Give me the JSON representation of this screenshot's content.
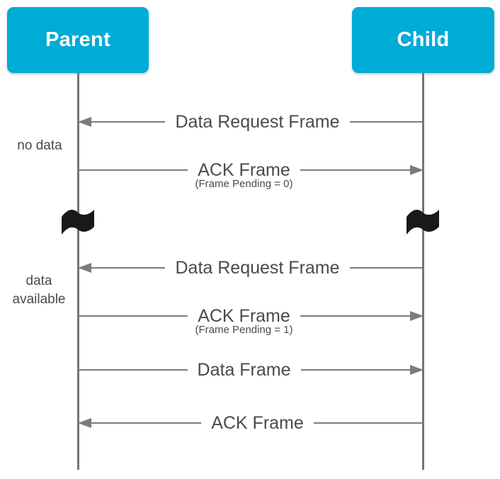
{
  "diagram_type": "sequence",
  "colors": {
    "actor_fill": "#00abd6",
    "actor_text": "#ffffff",
    "line": "#7b7b7b",
    "lifeline": "#757575",
    "text": "#4a4a4a",
    "flag": "#1a1a1a",
    "background": "#ffffff"
  },
  "actors": {
    "parent": {
      "label": "Parent"
    },
    "child": {
      "label": "Child"
    }
  },
  "messages": [
    {
      "id": "data-request-1",
      "label": "Data Request Frame",
      "sub_label": "",
      "from": "child",
      "to": "parent",
      "direction": "left"
    },
    {
      "id": "ack-1",
      "label": "ACK Frame",
      "sub_label": "(Frame Pending = 0)",
      "from": "parent",
      "to": "child",
      "direction": "right"
    },
    {
      "id": "data-request-2",
      "label": "Data Request Frame",
      "sub_label": "",
      "from": "child",
      "to": "parent",
      "direction": "left"
    },
    {
      "id": "ack-2",
      "label": "ACK Frame",
      "sub_label": "(Frame Pending = 1)",
      "from": "parent",
      "to": "child",
      "direction": "right"
    },
    {
      "id": "data-frame",
      "label": "Data Frame",
      "sub_label": "",
      "from": "parent",
      "to": "child",
      "direction": "right"
    },
    {
      "id": "ack-3",
      "label": "ACK Frame",
      "sub_label": "",
      "from": "child",
      "to": "parent",
      "direction": "left"
    }
  ],
  "annotations": [
    {
      "id": "no-data",
      "text": "no data"
    },
    {
      "id": "data-available",
      "text": "data\navailable"
    }
  ],
  "time_break": {
    "icon": "flag-icon",
    "on_lifelines": [
      "parent",
      "child"
    ]
  }
}
